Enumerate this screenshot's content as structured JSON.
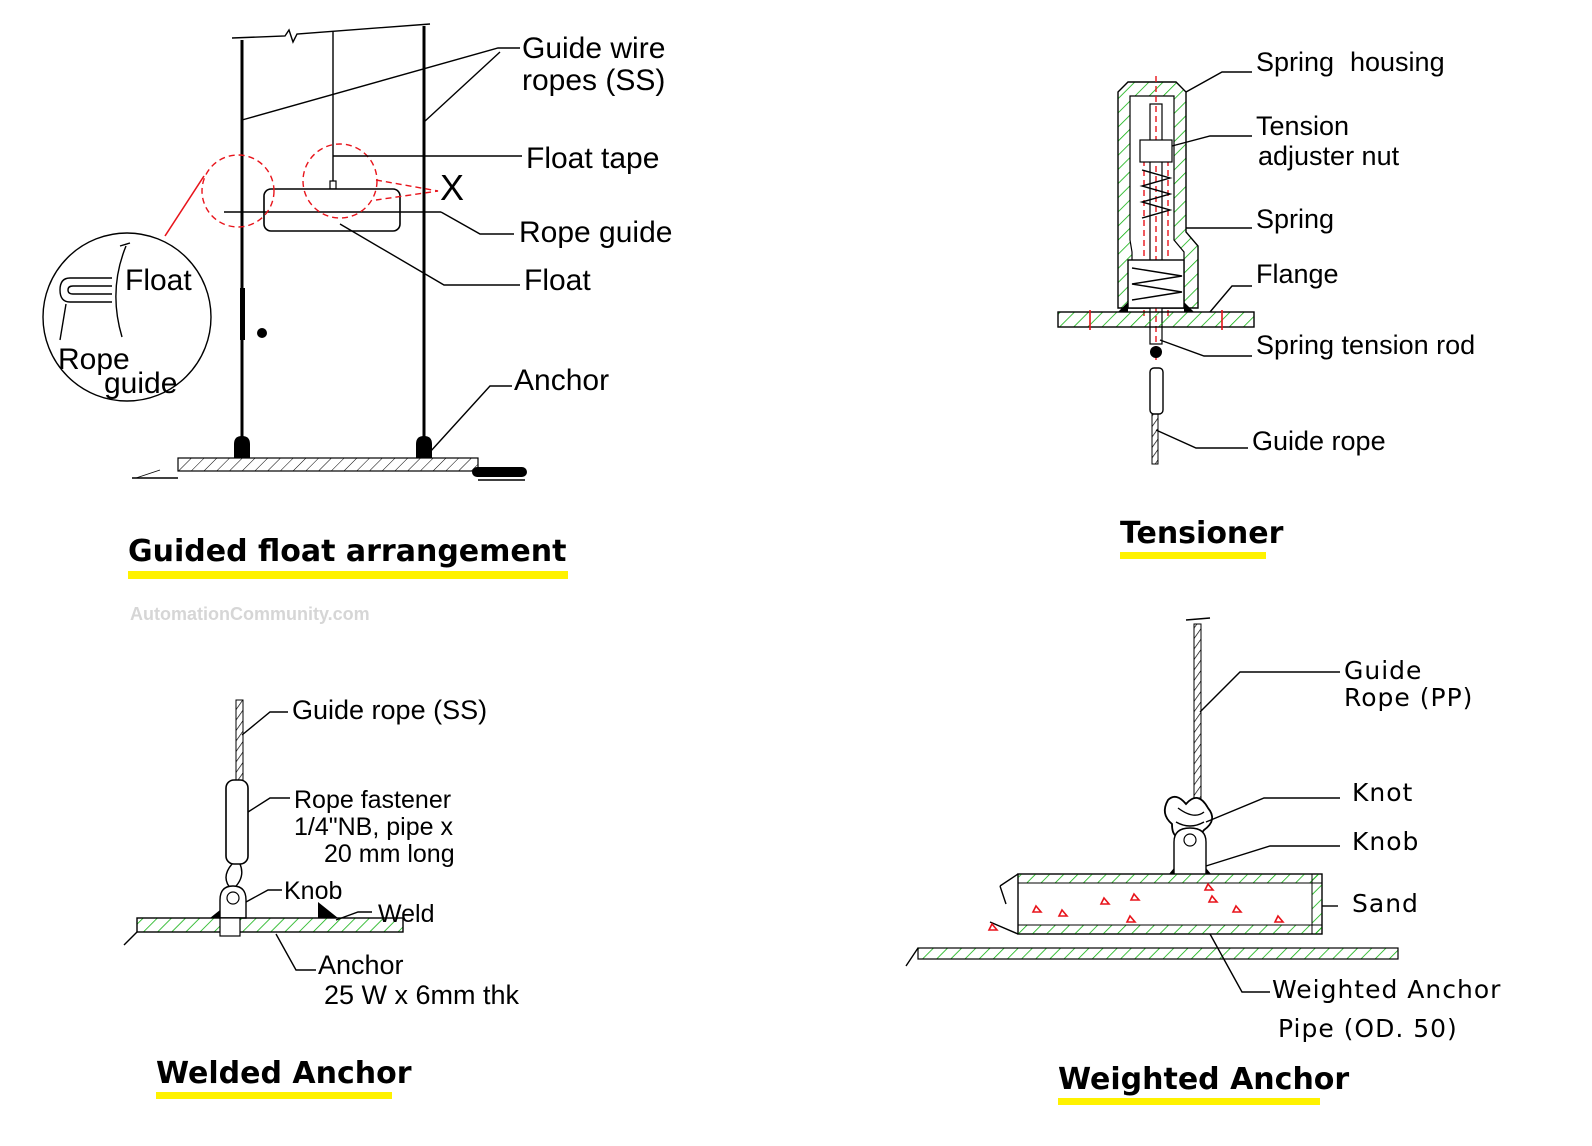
{
  "guided_float": {
    "title": "Guided float arrangement",
    "labels": {
      "guide_wire_1": "Guide wire",
      "guide_wire_2": "ropes (SS)",
      "float_tape": "Float tape",
      "x_mark": "X",
      "rope_guide": "Rope guide",
      "float": "Float",
      "anchor": "Anchor",
      "detail_float": "Float",
      "detail_rope_1": "Rope",
      "detail_rope_2": "guide"
    }
  },
  "watermark": "AutomationCommunity.com",
  "tensioner": {
    "title": "Tensioner",
    "labels": {
      "spring_housing_1": "Spring",
      "spring_housing_2": "housing",
      "tension_1": "Tension",
      "tension_2": "adjuster nut",
      "spring": "Spring",
      "flange": "Flange",
      "spring_tension_rod": "Spring tension rod",
      "guide_rope": "Guide rope"
    }
  },
  "welded_anchor": {
    "title": "Welded Anchor",
    "labels": {
      "guide_rope": "Guide rope (SS)",
      "fastener_1": "Rope fastener",
      "fastener_2": "1/4\"NB, pipe x",
      "fastener_3": "20 mm long",
      "knob": "Knob",
      "weld": "Weld",
      "anchor_1": "Anchor",
      "anchor_2": "25 W x 6mm thk"
    }
  },
  "weighted_anchor": {
    "title": "Weighted Anchor",
    "labels": {
      "guide_1": "Guide",
      "guide_2": "Rope (PP)",
      "knot": "Knot",
      "knob": "Knob",
      "sand": "Sand",
      "anchor_1": "Weighted Anchor",
      "anchor_2": "Pipe (OD. 50)"
    }
  },
  "colors": {
    "highlight": "#fff200",
    "hatch": "#0fb00f",
    "detail": "#e8141b"
  }
}
